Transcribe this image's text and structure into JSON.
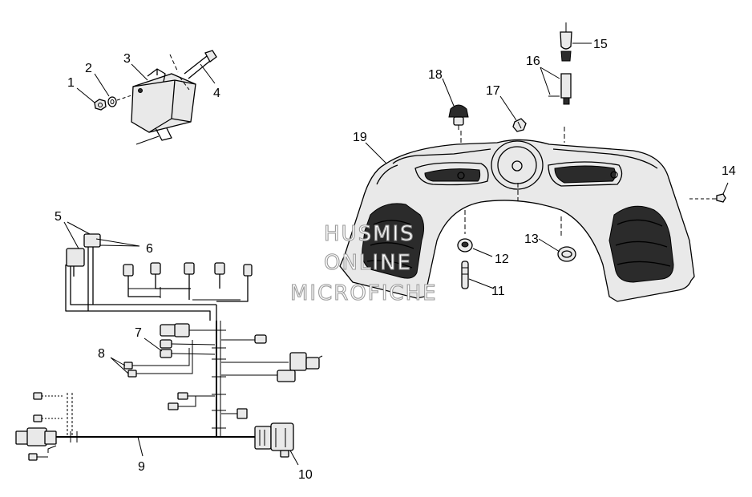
{
  "watermark": {
    "line1": "HUSMIS",
    "line2": "ONLINE",
    "line3": "MICROFICHE"
  },
  "callouts": [
    "1",
    "2",
    "3",
    "4",
    "5",
    "6",
    "7",
    "8",
    "9",
    "10",
    "11",
    "12",
    "13",
    "14",
    "15",
    "16",
    "17",
    "18",
    "19"
  ]
}
